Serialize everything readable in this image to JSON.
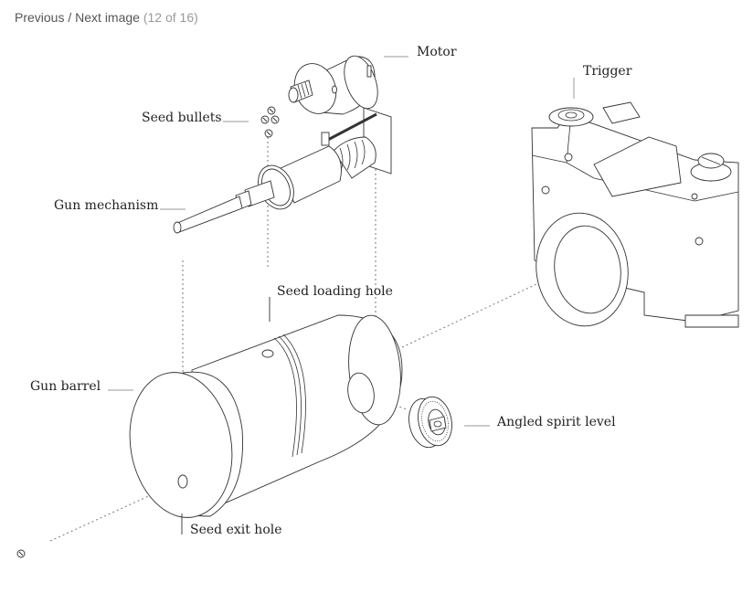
{
  "nav": {
    "previous_label": "Previous",
    "separator": " / ",
    "next_label": "Next image",
    "counter": "(12 of 16)"
  },
  "diagram": {
    "labels": {
      "motor": "Motor",
      "trigger": "Trigger",
      "seed_bullets": "Seed bullets",
      "gun_mechanism": "Gun mechanism",
      "seed_loading_hole": "Seed loading hole",
      "gun_barrel": "Gun  barrel",
      "angled_spirit_level": "Angled spirit level",
      "seed_exit_hole": "Seed exit hole"
    }
  }
}
